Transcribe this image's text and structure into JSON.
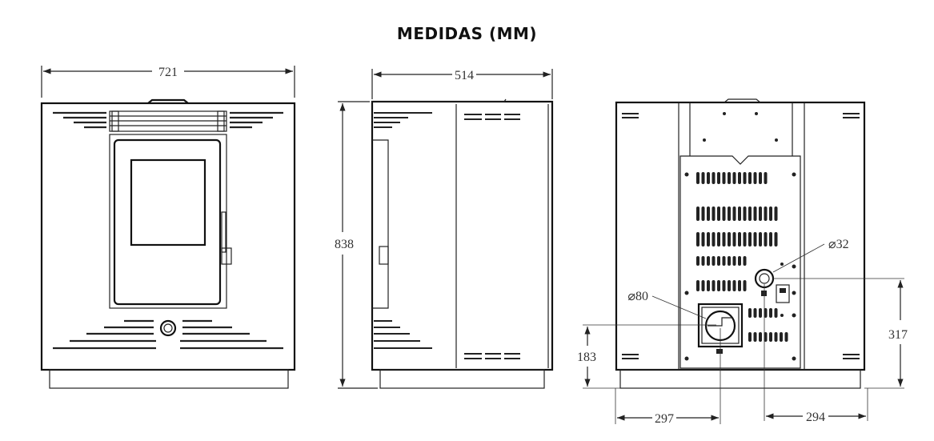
{
  "title": "MEDIDAS (MM)",
  "views": {
    "front": {
      "width_label": "721"
    },
    "side": {
      "depth_label": "514",
      "height_label": "838"
    },
    "back": {
      "outlet_small_label": "⌀32",
      "outlet_large_label": "⌀80",
      "large_outlet_height_label": "183",
      "small_outlet_height_label": "317",
      "large_outlet_offset_label": "297",
      "small_outlet_offset_label": "294"
    }
  }
}
